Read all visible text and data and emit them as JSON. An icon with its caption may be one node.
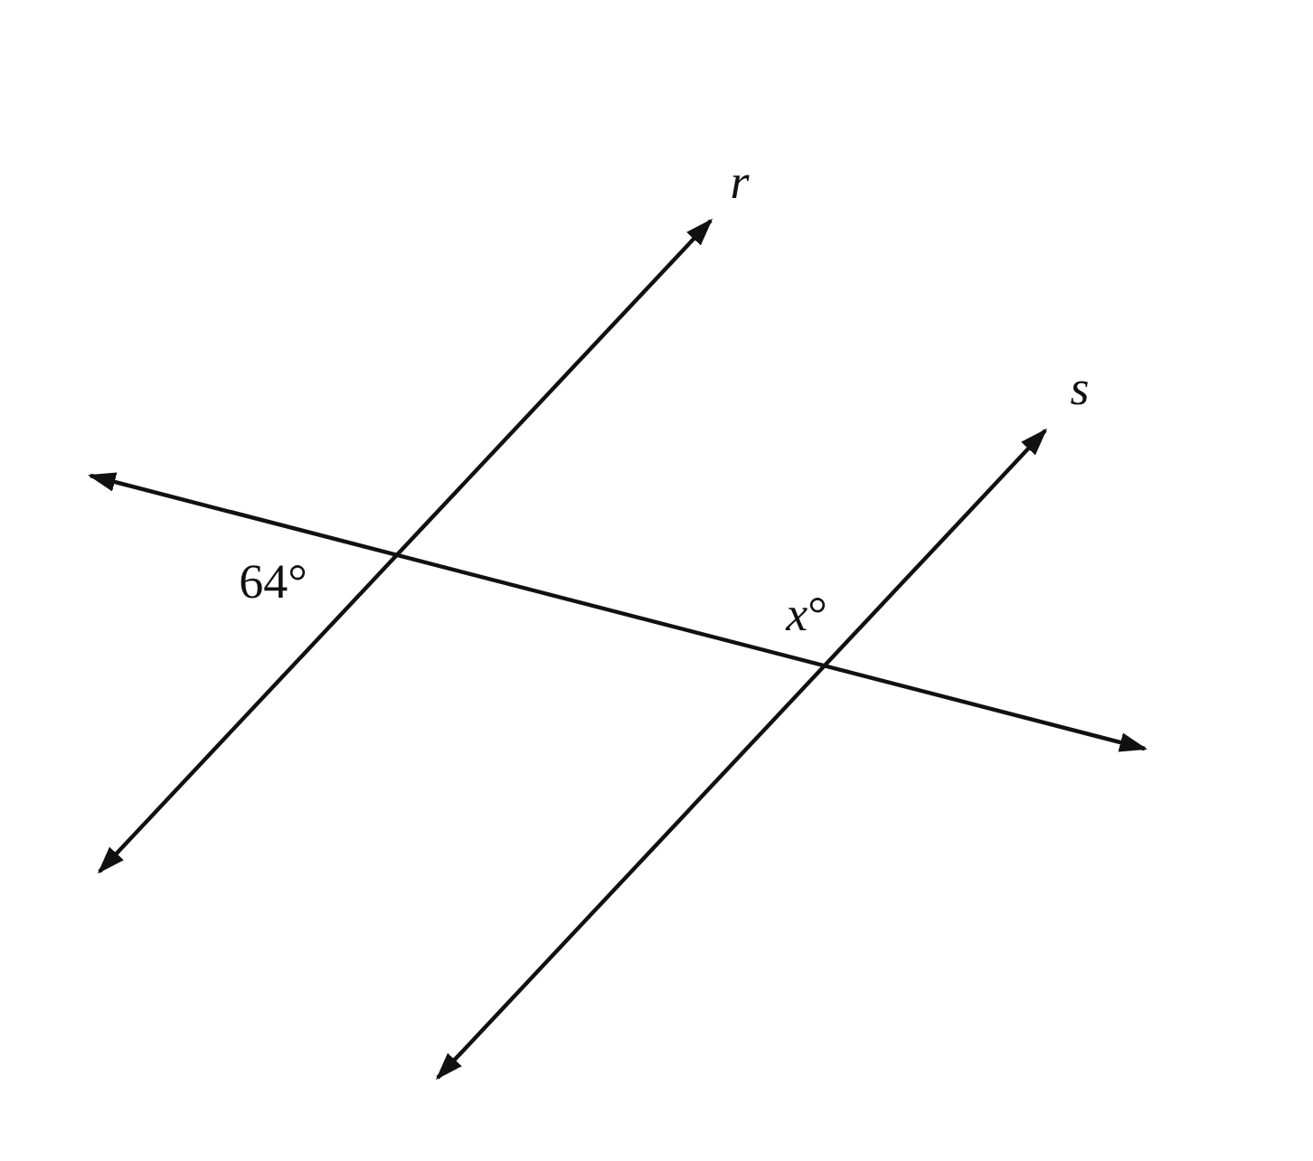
{
  "diagram": {
    "labels": [
      "r",
      "s",
      "64°",
      "*x*°"
    ]
  }
}
